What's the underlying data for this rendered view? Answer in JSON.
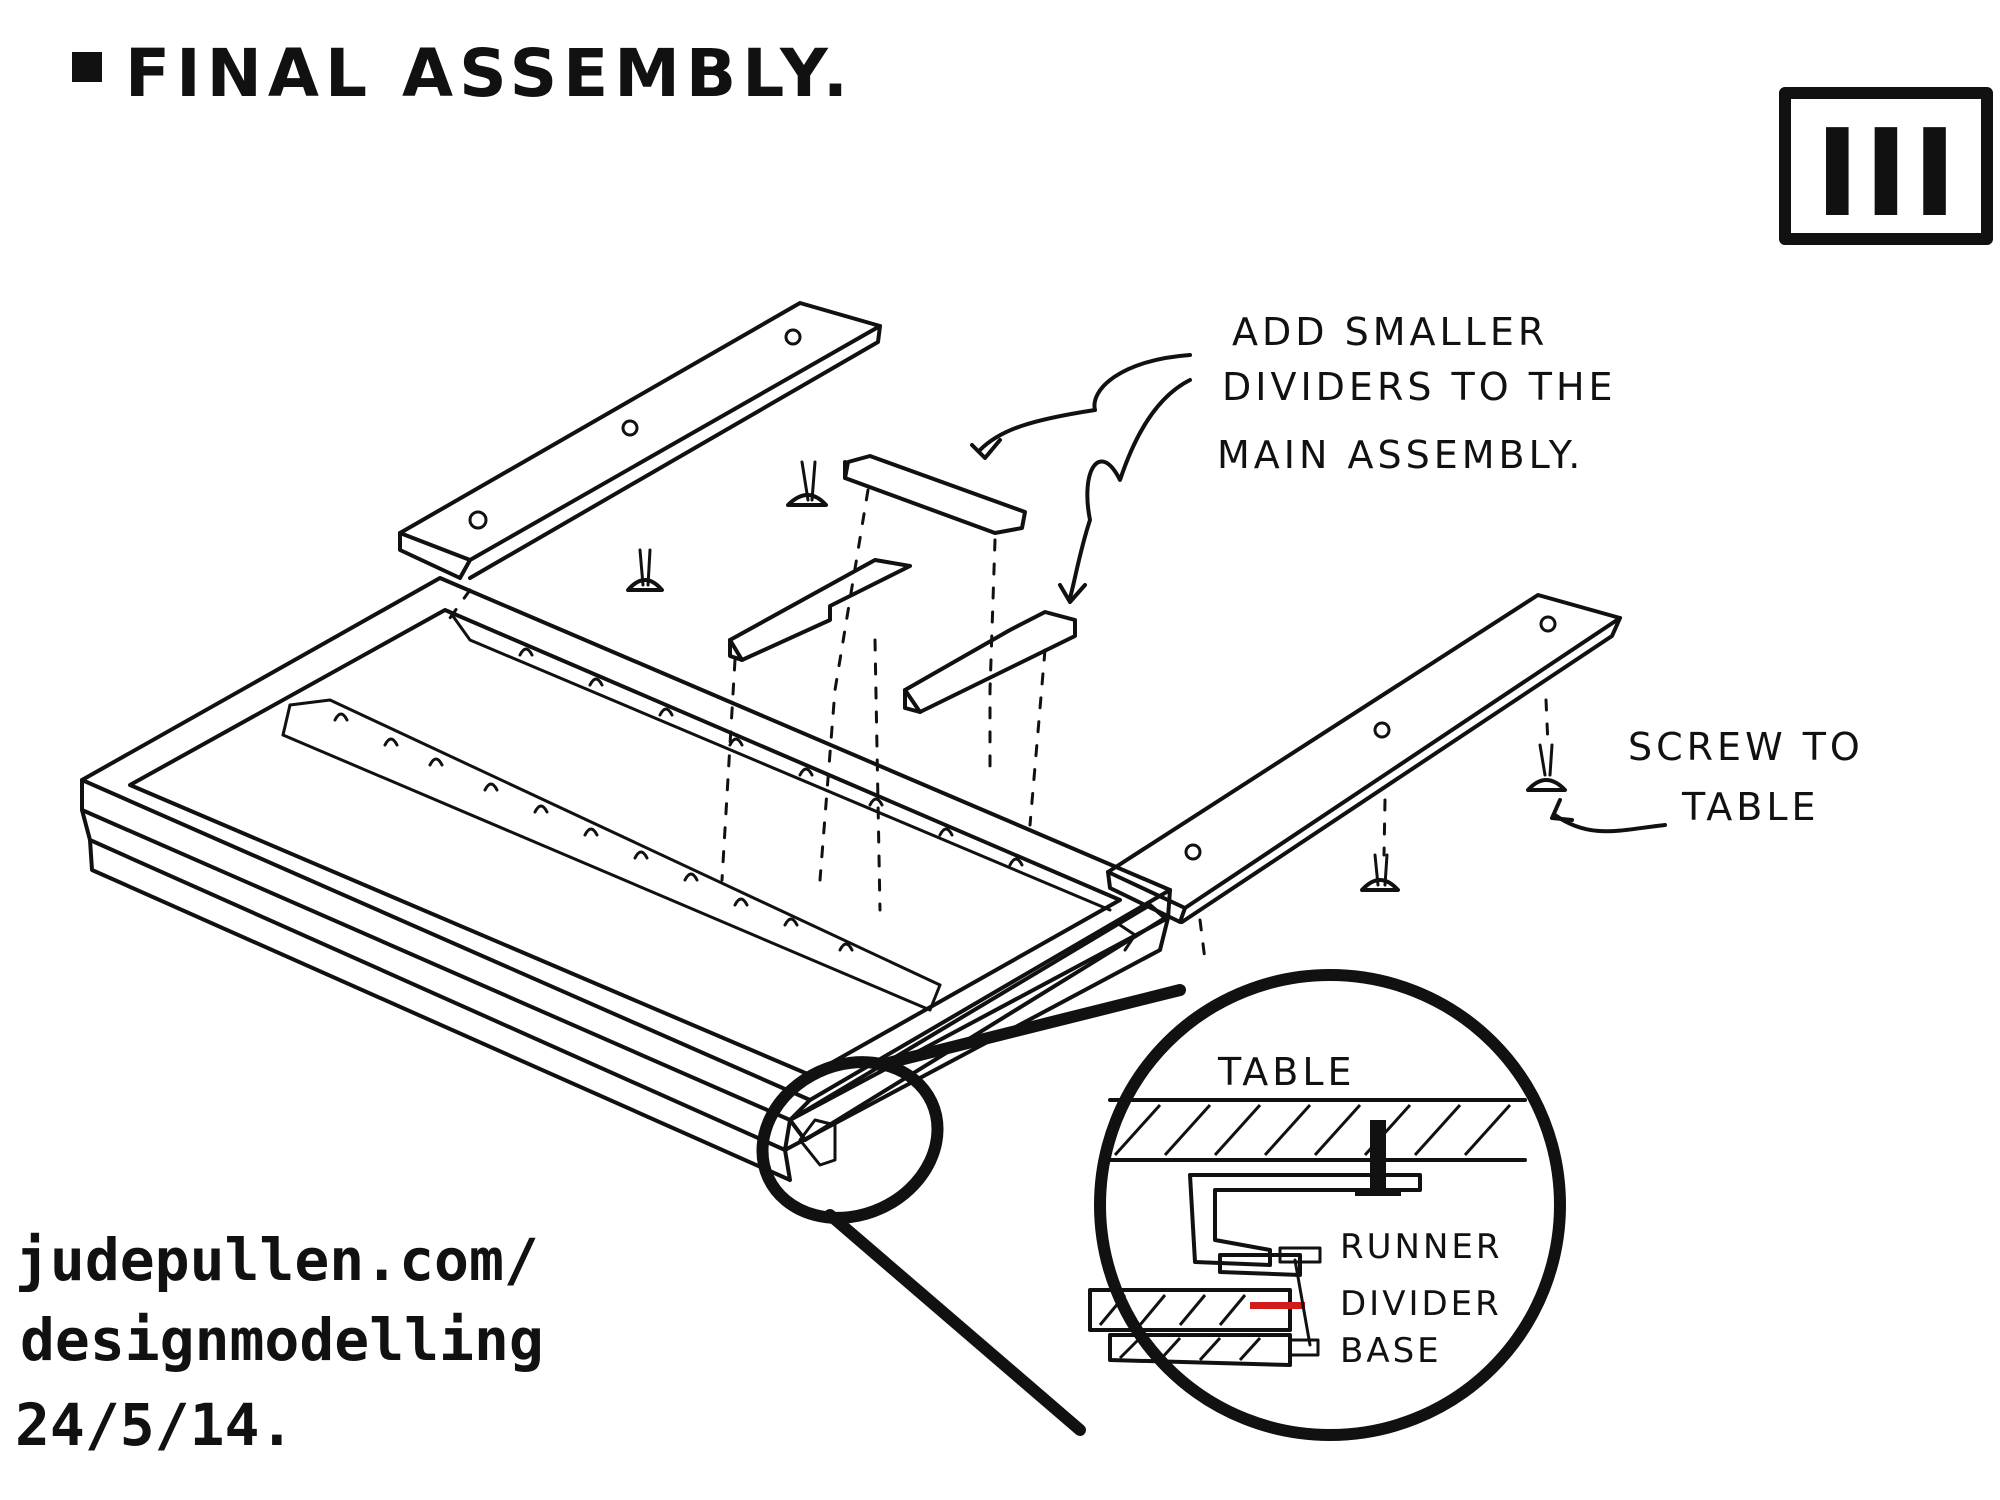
{
  "title": "FINAL ASSEMBLY.",
  "step_badge": "III",
  "annotations": {
    "dividers_note": [
      "ADD SMALLER",
      "DIVIDERS TO THE",
      "MAIN ASSEMBLY."
    ],
    "screw_note": [
      "SCREW TO",
      "TABLE"
    ]
  },
  "detail": {
    "heading": "TABLE",
    "labels": [
      "RUNNER",
      "DIVIDER",
      "BASE"
    ],
    "highlight_color": "#d11a1a"
  },
  "credit": [
    "judepullen.com/",
    "designmodelling",
    "24/5/14."
  ]
}
